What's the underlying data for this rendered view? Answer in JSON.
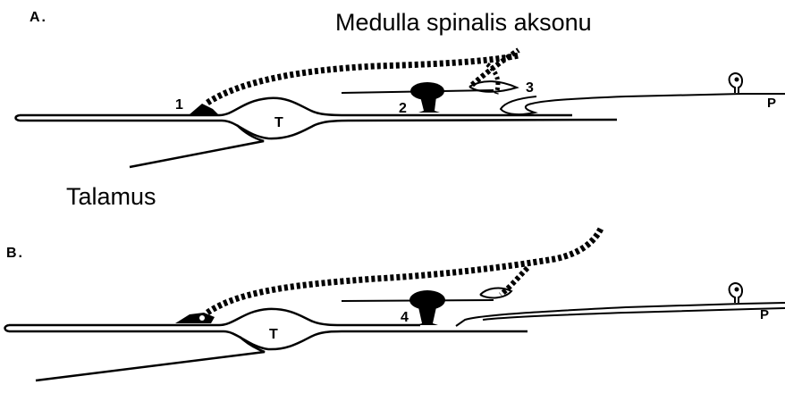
{
  "labels": {
    "top_title": "Medulla spinalis aksonu",
    "middle_title": "Talamus"
  },
  "panel_a": {
    "letter": "A.",
    "num_1": "1",
    "num_2": "2",
    "num_3": "3",
    "thalamus": "T",
    "p": "P"
  },
  "panel_b": {
    "letter": "B.",
    "num_4": "4",
    "thalamus": "T",
    "p": "P"
  }
}
